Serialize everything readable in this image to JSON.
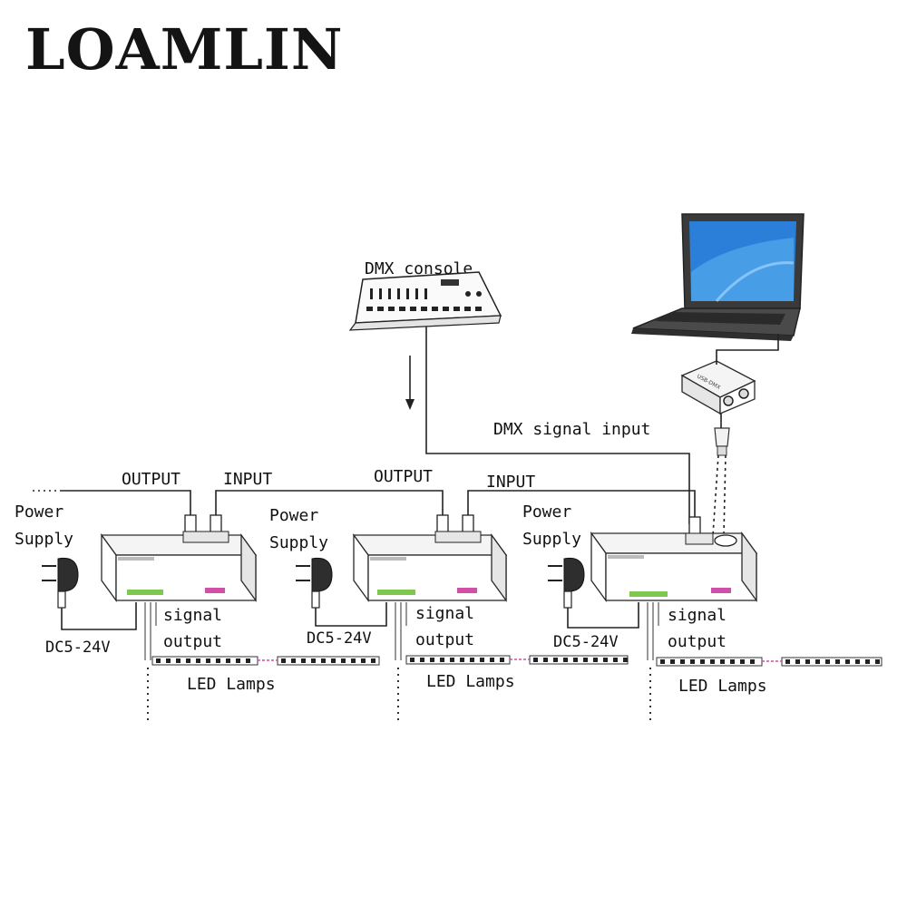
{
  "brand": "LOAMLIN",
  "labels": {
    "dmx_console": "DMX console",
    "dmx_signal_input": "DMX signal input",
    "output": "OUTPUT",
    "input": "INPUT",
    "power": "Power",
    "supply": "Supply",
    "dc": "DC5-24V",
    "signal": "signal",
    "output_lower": "output",
    "led_lamps": "LED Lamps"
  },
  "colors": {
    "terminal_green": "#7ec850",
    "terminal_magenta": "#d04fa8",
    "laptop_screen": "#2b7fd8",
    "laptop_body": "#3a3a3a",
    "led_pixel": "#222222"
  },
  "icons": {
    "power_adapter": "power-adapter-icon",
    "xlr_connector": "xlr-connector-icon",
    "laptop": "laptop-icon",
    "usb_dmx_converter": "usb-dmx-converter-icon",
    "dmx_console": "dmx-console-icon"
  }
}
